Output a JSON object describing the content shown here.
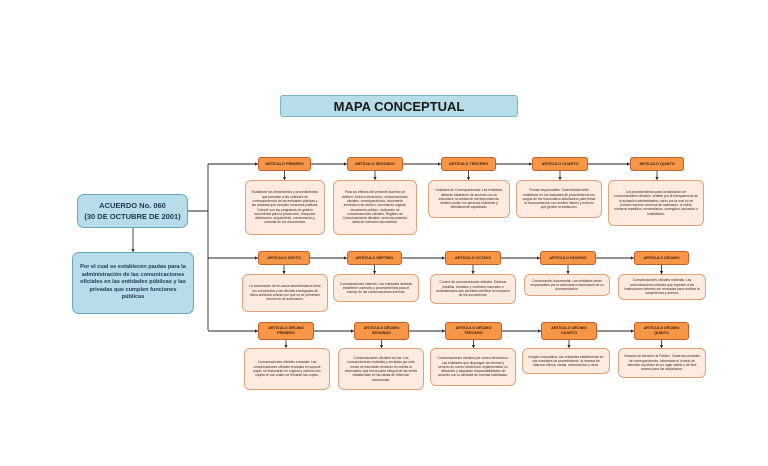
{
  "title": "MAPA CONCEPTUAL",
  "acuerdo": {
    "line1": "ACUERDO No. 060",
    "line2": "(30 DE OCTUBRE DE 2001)"
  },
  "pauta": "Por el cual se establecen pautas para la administración de las comunicaciones oficiales en las entidades públicas y las privadas que cumplen funciones públicas",
  "articles": [
    {
      "label": "ARTÍCULO PRIMERO",
      "text": "Establecer los lineamientos y procedimientos que permitan a las unidades de correspondencia de las entidades públicas y las privadas que cumplen funciones públicas. Cumplir con los programas de gestión documental para la producción, recepción, distribución, seguimiento, conservación y consulta de los documentos."
    },
    {
      "label": "ARTÍCULO SEGUNDO",
      "text": "Para los efectos del presente Acuerdo se definen: Archivo electrónico, comunicaciones oficiales, correspondencia, documento electrónico de archivo, documento original, documento público, radicación de comunicaciones oficiales, Registro de Comunicaciones oficiales, serie documental, tabla de retención documental."
    },
    {
      "label": "ARTÍCULO TERCERO",
      "text": "Unidades de Correspondencia: Las entidades deberán establecer de acuerdo con su estructura, la unidad de correspondencia, deberá contar con personal suficiente y debidamente capacitado."
    },
    {
      "label": "ARTÍCULO CUARTO",
      "text": "Firmas responsables: Toda entidad debe establecer en los manuales de procedimiento los cargos de los funcionarios autorizados para firmar la documentación con destino interno y externo que genere la institución."
    },
    {
      "label": "ARTÍCULO QUINTO",
      "text": "Los procedimientos para la radicación de comunicaciones oficiales, velarán por la transparencia de la actuación administrativa, razón por la cual no se podrán reservar números de radicación, ni habrá números repetidos, enmendados, corregidos, tachados o invalidados."
    },
    {
      "label": "ARTÍCULO SEXTO",
      "text": "La numeración de los actos administrativos debe ser consecutiva y las oficinas encargadas de dicha actividad velarán por que no se presenten errores en la numeración."
    },
    {
      "label": "ARTÍCULO SÉPTIMO",
      "text": "Comunicaciones internas: Las entidades deberán establecer controles y procedimientos para el manejo de las comunicaciones internas."
    },
    {
      "label": "ARTÍCULO OCTAVO",
      "text": "Control de comunicaciones oficiales: Elaborar planillas, formatos y controles manuales o automatizados que permitan certificar la recepción de los documentos."
    },
    {
      "label": "ARTÍCULO NOVENO",
      "text": "Conservación documental: Las entidades serán responsables por la adecuada conservación de su documentación."
    },
    {
      "label": "ARTÍCULO DÉCIMO",
      "text": "Comunicaciones oficiales recibidas: Las comunicaciones oficiales que ingresen a las instituciones deberán ser revisadas para verificar la competencia y anexos."
    },
    {
      "label": "ARTÍCULO DÉCIMO PRIMERO",
      "text": "Comunicaciones oficiales enviadas: Las comunicaciones oficiales enviadas en soporte papel, se elaborarán en original y máximo dos copias en las cuales se firmarán las copias."
    },
    {
      "label": "ARTÍCULO DÉCIMO SEGUNDO",
      "text": "Comunicaciones oficiales vía fax: Las comunicaciones recibidas y enviadas por este medio se tramitarán teniendo en cuenta la información que forme parte integral de las series establecidas en las tablas de retención documental."
    },
    {
      "label": "ARTÍCULO DÉCIMO TERCERO",
      "text": "Comunicaciones oficiales por correo electrónico: Las entidades que dispongan de Internet y servicio de correo electrónico reglamentarán su utilización y asignarán responsabilidades de acuerdo con la cantidad de cuentas habilitadas."
    },
    {
      "label": "ARTÍCULO DÉCIMO CUARTO",
      "text": "Imagen corporativa: Las entidades establecerán en sus manuales de procedimiento, la manera de elaborar oficios, cartas, memorandos y otros."
    },
    {
      "label": "ARTÍCULO DÉCIMO QUINTO",
      "text": "Horarios de Atención al Público: Todas las unidades de correspondencia, informarán el horario de atención al público en un lugar visible y de fácil acceso para los ciudadanos."
    }
  ]
}
